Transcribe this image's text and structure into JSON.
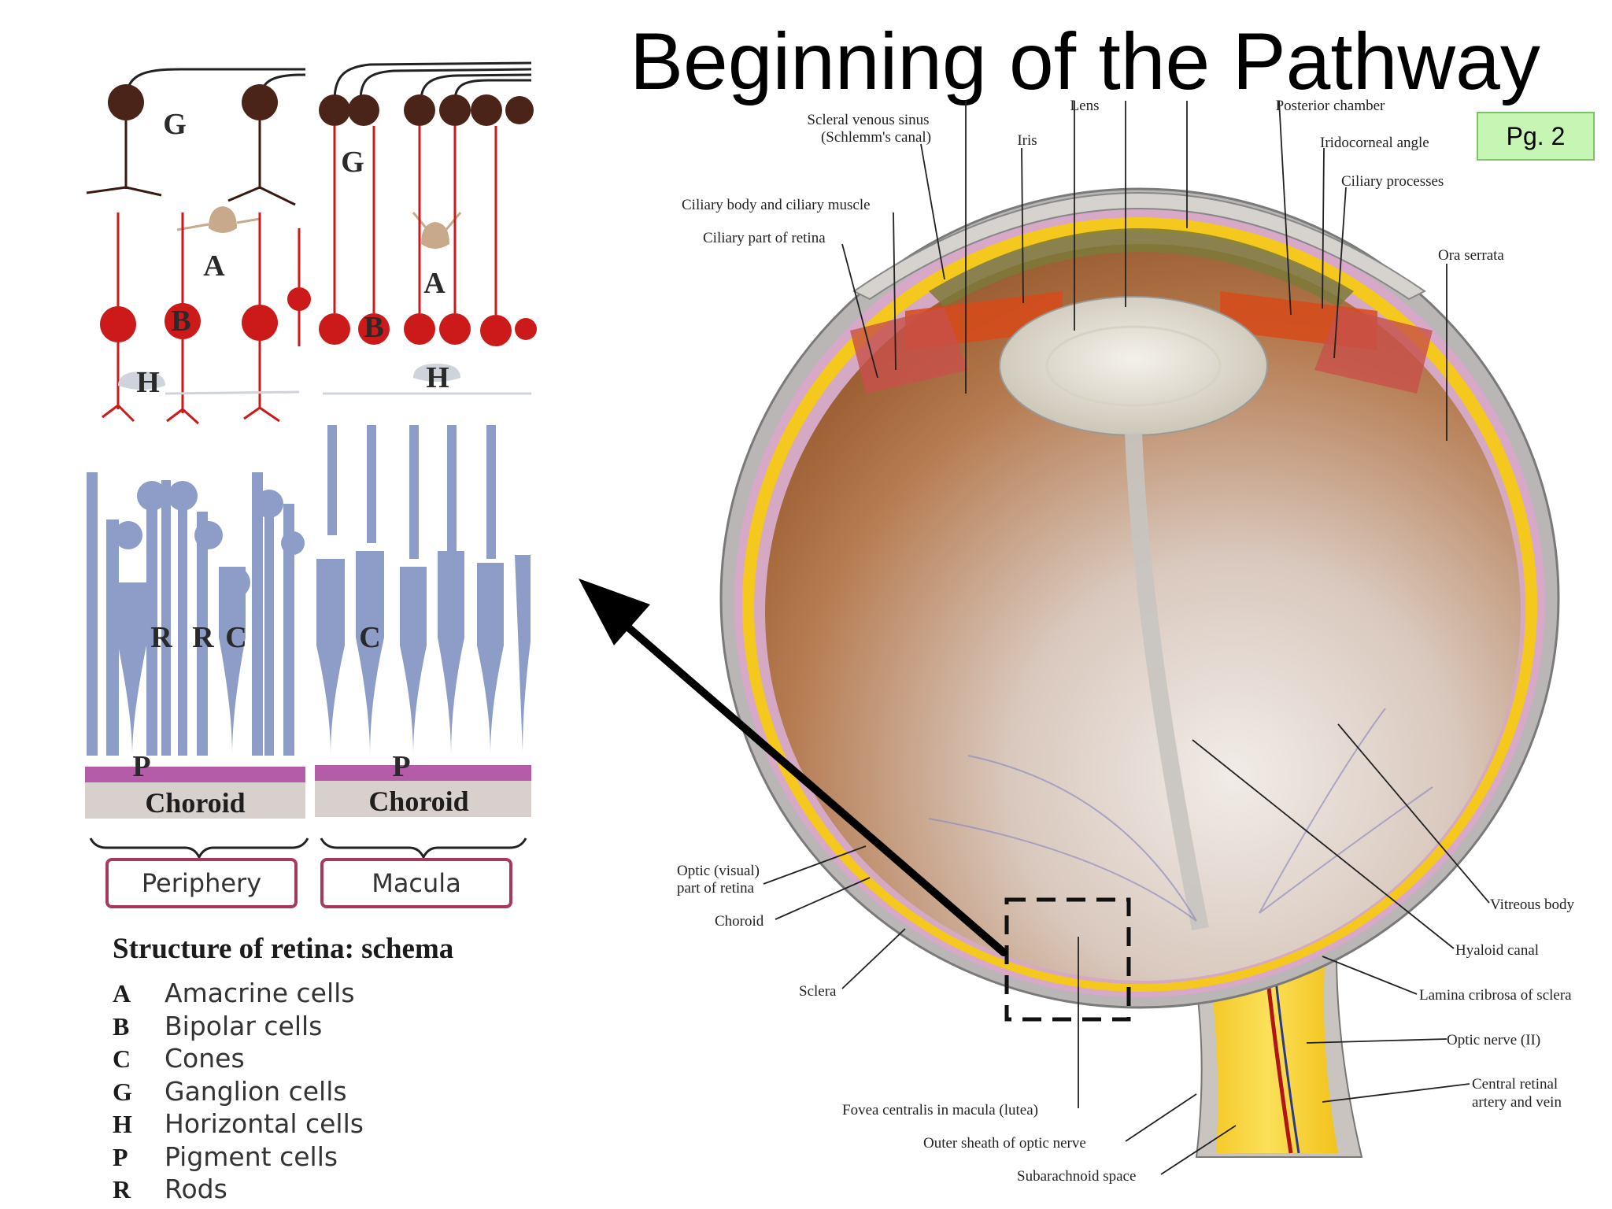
{
  "title": "Beginning of the Pathway",
  "page_badge": "Pg. 2",
  "retina_schema": {
    "cell_letters": {
      "ganglion": "G",
      "amacrine": "A",
      "bipolar": "B",
      "horizontal": "H",
      "rod": "R",
      "cone": "C",
      "pigment": "P"
    },
    "choroid_label": "Choroid",
    "regions": [
      "Periphery",
      "Macula"
    ],
    "legend_title": "Structure of retina: schema",
    "legend": [
      {
        "key": "A",
        "text": "Amacrine cells"
      },
      {
        "key": "B",
        "text": "Bipolar cells"
      },
      {
        "key": "C",
        "text": "Cones"
      },
      {
        "key": "G",
        "text": "Ganglion cells"
      },
      {
        "key": "H",
        "text": "Horizontal cells"
      },
      {
        "key": "P",
        "text": "Pigment cells"
      },
      {
        "key": "R",
        "text": "Rods"
      }
    ]
  },
  "eye_labels": {
    "top_cut_1": "Lens",
    "top_cut_2": "Posterior chamber",
    "scleral_sinus_1": "Scleral venous sinus",
    "scleral_sinus_2": "(Schlemm's canal)",
    "iris": "Iris",
    "iridocorneal_angle": "Iridocorneal angle",
    "ciliary_processes": "Ciliary processes",
    "ciliary_body": "Ciliary body and ciliary muscle",
    "ciliary_part_retina": "Ciliary part of retina",
    "ora_serrata": "Ora serrata",
    "optic_part_1": "Optic (visual)",
    "optic_part_2": "part of retina",
    "choroid": "Choroid",
    "sclera": "Sclera",
    "vitreous_body": "Vitreous body",
    "hyaloid_canal": "Hyaloid canal",
    "lamina_cribrosa": "Lamina cribrosa of sclera",
    "optic_nerve": "Optic nerve (II)",
    "central_retinal_1": "Central retinal",
    "central_retinal_2": "artery and vein",
    "fovea": "Fovea centralis in macula (lutea)",
    "outer_sheath": "Outer sheath of optic nerve",
    "subarachnoid": "Subarachnoid space"
  }
}
